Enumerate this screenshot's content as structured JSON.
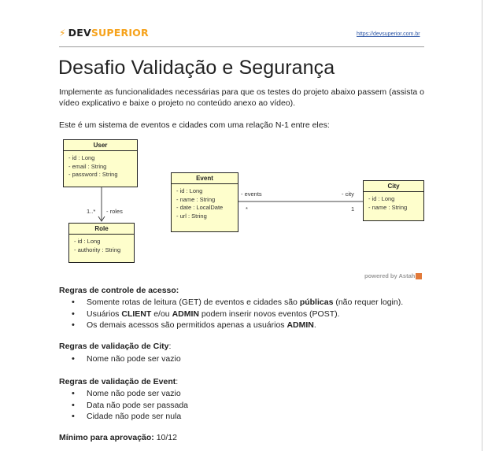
{
  "header": {
    "logo_bolt": "⚡",
    "logo_dev": "DEV",
    "logo_superior": "SUPERIOR",
    "site_link": "https://devsuperior.com.br"
  },
  "title": "Desafio Validação e Segurança",
  "intro": "Implemente as funcionalidades necessárias para que os testes do projeto abaixo passem (assista o vídeo explicativo e baixe o projeto no conteúdo anexo ao vídeo).",
  "relation_text": "Este é um sistema de eventos e cidades com uma relação N-1 entre eles:",
  "diagram": {
    "classes": {
      "user": {
        "name": "User",
        "attrs": [
          "- id : Long",
          "- email : String",
          "- password : String"
        ]
      },
      "role": {
        "name": "Role",
        "attrs": [
          "- id : Long",
          "- authority : String"
        ]
      },
      "event": {
        "name": "Event",
        "attrs": [
          "- id : Long",
          "- name : String",
          "- date : LocalDate",
          "- url : String"
        ]
      },
      "city": {
        "name": "City",
        "attrs": [
          "- id : Long",
          "- name : String"
        ]
      }
    },
    "assoc_user_role": {
      "multiplicity": "1..*",
      "role": "- roles"
    },
    "assoc_event_city": {
      "left_role": "- events",
      "left_mult": "*",
      "right_role": "- city",
      "right_mult": "1"
    },
    "watermark": "powered by Astah"
  },
  "access": {
    "title": "Regras de controle de acesso:",
    "items": [
      {
        "pre": "Somente rotas de leitura (GET) de eventos e cidades são ",
        "b1": "públicas",
        "post": " (não requer login)."
      },
      {
        "pre": "Usuários ",
        "b1": "CLIENT",
        "mid": " e/ou ",
        "b2": "ADMIN",
        "post": " podem inserir novos eventos (POST)."
      },
      {
        "pre": "Os demais acessos são permitidos apenas a usuários ",
        "b1": "ADMIN",
        "post": "."
      }
    ]
  },
  "city_rules": {
    "title": "Regras de validação de City",
    "colon": ":",
    "items": [
      "Nome não pode ser vazio"
    ]
  },
  "event_rules": {
    "title": "Regras de validação de Event",
    "colon": ":",
    "items": [
      "Nome não pode ser vazio",
      "Data não pode ser passada",
      "Cidade não pode ser nula"
    ]
  },
  "minimum": {
    "label": "Mínimo para aprovação:",
    "value": " 10/12"
  },
  "colors": {
    "accent": "#f6a21b",
    "class_fill": "#fefecc",
    "link": "#2b55a5"
  }
}
